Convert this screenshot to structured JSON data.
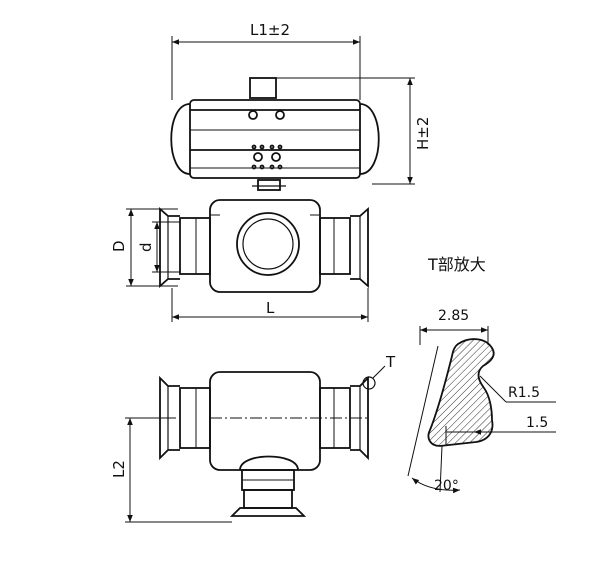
{
  "labels": {
    "l1": "L1±2",
    "h": "H±2",
    "d_outer": "D",
    "d_inner": "d",
    "l": "L",
    "l2": "L2",
    "t_marker": "T",
    "detail_title": "T部放大",
    "dim_285": "2.85",
    "dim_r15": "R1.5",
    "dim_15": "1.5",
    "dim_20deg": "20°"
  }
}
